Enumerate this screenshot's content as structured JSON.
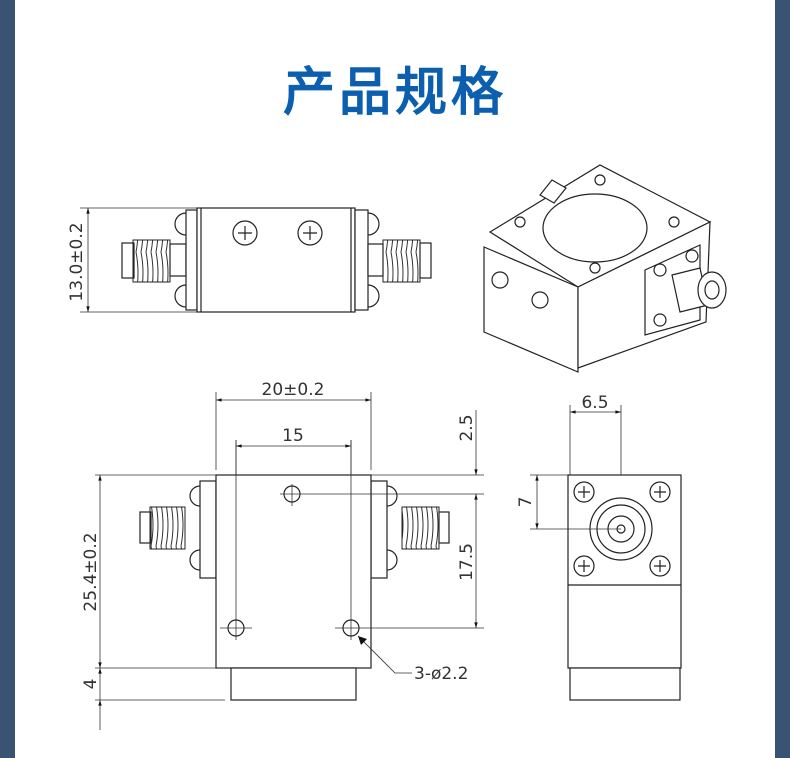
{
  "title": "产品规格",
  "colors": {
    "title": "#0b5fae",
    "edge": "#3a5372",
    "line": "#222222"
  },
  "dimensions": {
    "height_top_view": "13.0±0.2",
    "width": "20±0.2",
    "hole_spacing": "15",
    "top_offset": "2.5",
    "hole_vertical_spacing": "17.5",
    "length": "25.4±0.2",
    "base": "4",
    "holes": "3-ø2.2",
    "connector_offset": "6.5",
    "connector_height": "7"
  }
}
